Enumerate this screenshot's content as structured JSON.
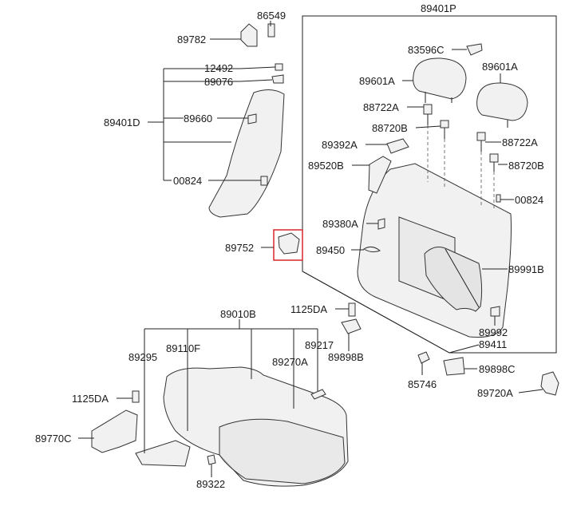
{
  "parts": {
    "p89401P": "89401P",
    "p86549": "86549",
    "p89782": "89782",
    "p12492": "12492",
    "p89076": "89076",
    "p89401D": "89401D",
    "p89660": "89660",
    "p00824_left": "00824",
    "p89752": "89752",
    "p83596C": "83596C",
    "p89601A_left": "89601A",
    "p89601A_right": "89601A",
    "p88722A_left": "88722A",
    "p88720B_left": "88720B",
    "p89392A": "89392A",
    "p89520B": "89520B",
    "p88722A_right": "88722A",
    "p88720B_right": "88720B",
    "p00824_right": "00824",
    "p89380A": "89380A",
    "p89450": "89450",
    "p89991B": "89991B",
    "p1125DA_top": "1125DA",
    "p89898B": "89898B",
    "p89992": "89992",
    "p89411": "89411",
    "p85746": "85746",
    "p89898C": "89898C",
    "p89720A": "89720A",
    "p89010B": "89010B",
    "p89295": "89295",
    "p89110F": "89110F",
    "p89217": "89217",
    "p89270A": "89270A",
    "p1125DA_bottom": "1125DA",
    "p89770C": "89770C",
    "p89322": "89322"
  },
  "colors": {
    "line": "#222222",
    "highlight_box": "#d9262c"
  }
}
